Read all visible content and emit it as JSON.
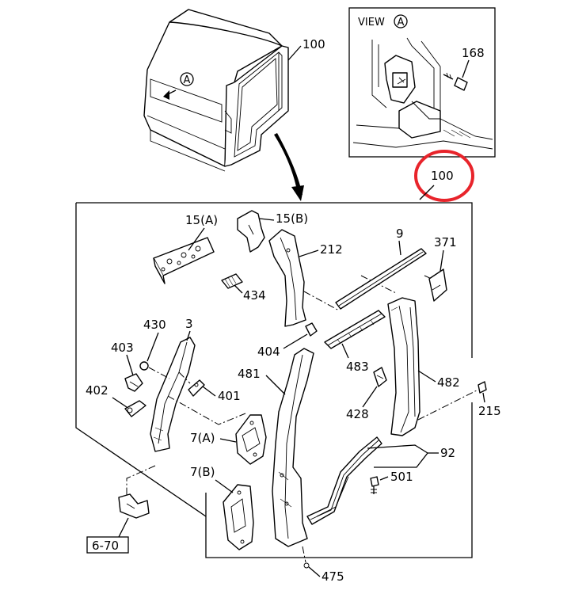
{
  "view_label": "VIEW",
  "view_ref": "A",
  "cab_view_marker": "A",
  "labels": {
    "p100_top": "100",
    "p168": "168",
    "p100_circled": "100",
    "p15a": "15(A)",
    "p15b": "15(B)",
    "p212": "212",
    "p9": "9",
    "p371": "371",
    "p434": "434",
    "p430": "430",
    "p3": "3",
    "p403": "403",
    "p404": "404",
    "p481": "481",
    "p483": "483",
    "p482": "482",
    "p401": "401",
    "p402": "402",
    "p428": "428",
    "p215": "215",
    "p7a": "7(A)",
    "p92": "92",
    "p7b": "7(B)",
    "p501": "501",
    "p670": "6-70",
    "p475": "475"
  },
  "colors": {
    "line": "#000000",
    "highlight_circle": "#e8242b",
    "background": "#ffffff"
  }
}
